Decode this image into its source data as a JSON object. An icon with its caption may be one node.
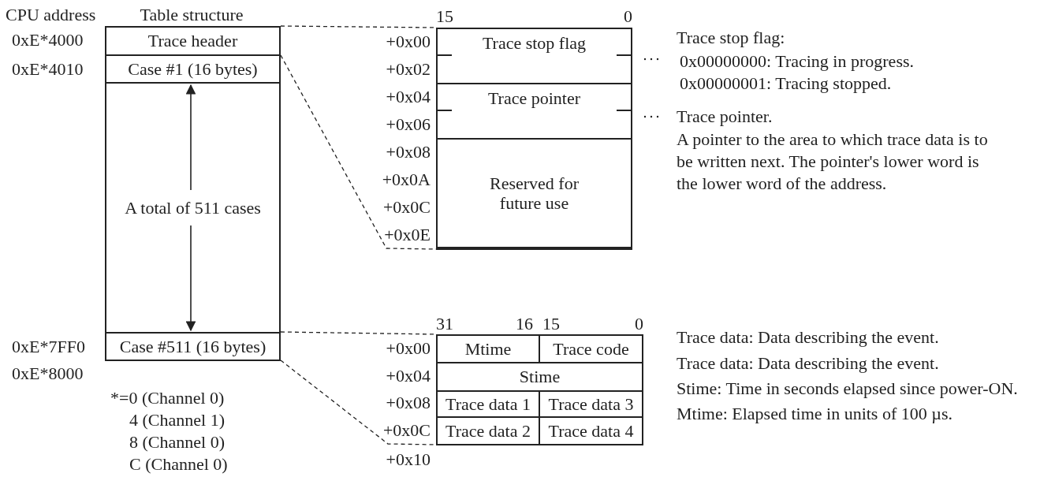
{
  "diagram": {
    "nodes": [
      {
        "text": [
          "Trace header"
        ]
      },
      {
        "text": [
          "Case #1 (16 bytes)"
        ]
      },
      {
        "text": [
          "A total of 511 cases"
        ]
      },
      {
        "text": [
          "Case #511 (16 bytes)"
        ]
      },
      {
        "text": [],
        "shape": "box"
      },
      {
        "text": [
          "Trace stop flag"
        ],
        "in": 4
      },
      {
        "text": [
          "Trace pointer"
        ],
        "in": 4
      },
      {
        "text": [
          "Reserved for future use"
        ],
        "in": 4
      },
      {
        "text": [],
        "shape": "box"
      },
      {
        "text": [
          "Mtime"
        ],
        "in": 8
      },
      {
        "text": [
          "Trace code"
        ],
        "in": 8
      },
      {
        "text": [
          "Stime"
        ],
        "in": 8
      },
      {
        "text": [
          "Trace data 1"
        ],
        "in": 8
      },
      {
        "text": [
          "Trace data 3"
        ],
        "in": 8
      },
      {
        "text": [
          "Trace data 2"
        ],
        "in": 8
      },
      {
        "text": [
          "Trace data 4"
        ],
        "in": 8
      }
    ],
    "edges": [
      {
        "from": 0,
        "to": 4,
        "arrow": "none",
        "style": "dashed"
      },
      {
        "from": 0,
        "to": 4,
        "arrow": "none",
        "style": "dashed"
      },
      {
        "from": 3,
        "to": 8,
        "arrow": "none",
        "style": "dashed"
      },
      {
        "from": 3,
        "to": 8,
        "arrow": "none",
        "style": "dashed"
      }
    ],
    "labels": [
      "CPU address",
      "Table structure",
      "0xE*4000",
      "0xE*4010",
      "0xE*7FF0",
      "0xE*8000",
      "*=0 (Channel 0)",
      "4 (Channel 1)",
      "8 (Channel 0)",
      "C (Channel 0)",
      "15",
      "0",
      "+0x00",
      "+0x02",
      "+0x04",
      "+0x06",
      "+0x08",
      "+0x0A",
      "+0x0C",
      "+0x0E",
      "Trace stop flag:",
      "0x00000000: Tracing in progress.",
      "0x00000001: Tracing stopped.",
      "Trace pointer.",
      "A pointer to the area to which trace data is to be written next.  The pointer's lower word is the lower word of the address.",
      "31",
      "16",
      "15",
      "0",
      "+0x00",
      "+0x04",
      "+0x08",
      "+0x0C",
      "+0x10",
      "Trace data: Data describing the event.",
      "Trace data: Data describing the event.",
      "Stime: Time in seconds elapsed since power-ON.",
      "Mtime: Elapsed time in units of 100 µs."
    ]
  }
}
